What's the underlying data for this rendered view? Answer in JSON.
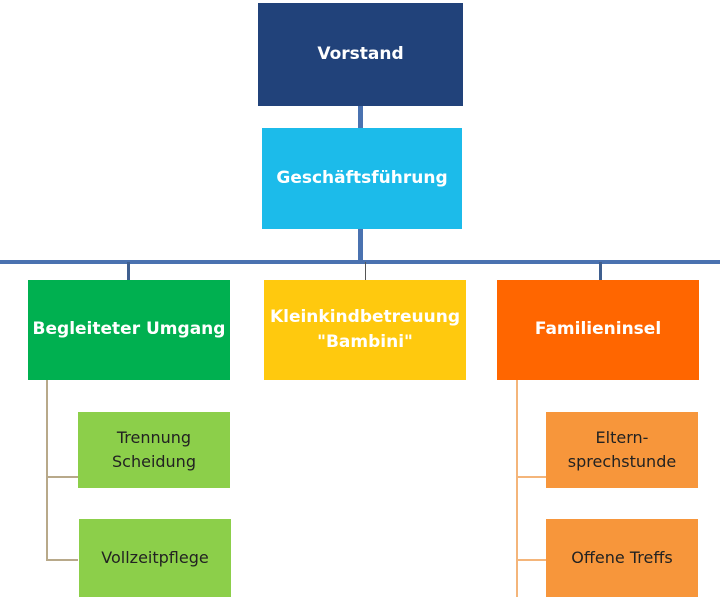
{
  "chart": {
    "top": {
      "label": "Vorstand",
      "color": "#21427a"
    },
    "management": {
      "label": "Geschäftsführung",
      "color": "#1cbbea"
    },
    "departments": [
      {
        "label": "Begleiteter Umgang",
        "color": "#00b050",
        "children": [
          {
            "label": "Trennung\nScheidung",
            "color": "#8ccf4a"
          },
          {
            "label": "Vollzeitpflege",
            "color": "#8ccf4a"
          }
        ]
      },
      {
        "label": "Kleinkindbetreuung\n\"Bambini\"",
        "color": "#ffc90e",
        "children": []
      },
      {
        "label": "Familieninsel",
        "color": "#ff6600",
        "children": [
          {
            "label": "Eltern-\nsprechstunde",
            "color": "#f7963b"
          },
          {
            "label": "Offene Treffs",
            "color": "#f7963b"
          }
        ]
      }
    ],
    "connector_color": "#4a72b0"
  }
}
